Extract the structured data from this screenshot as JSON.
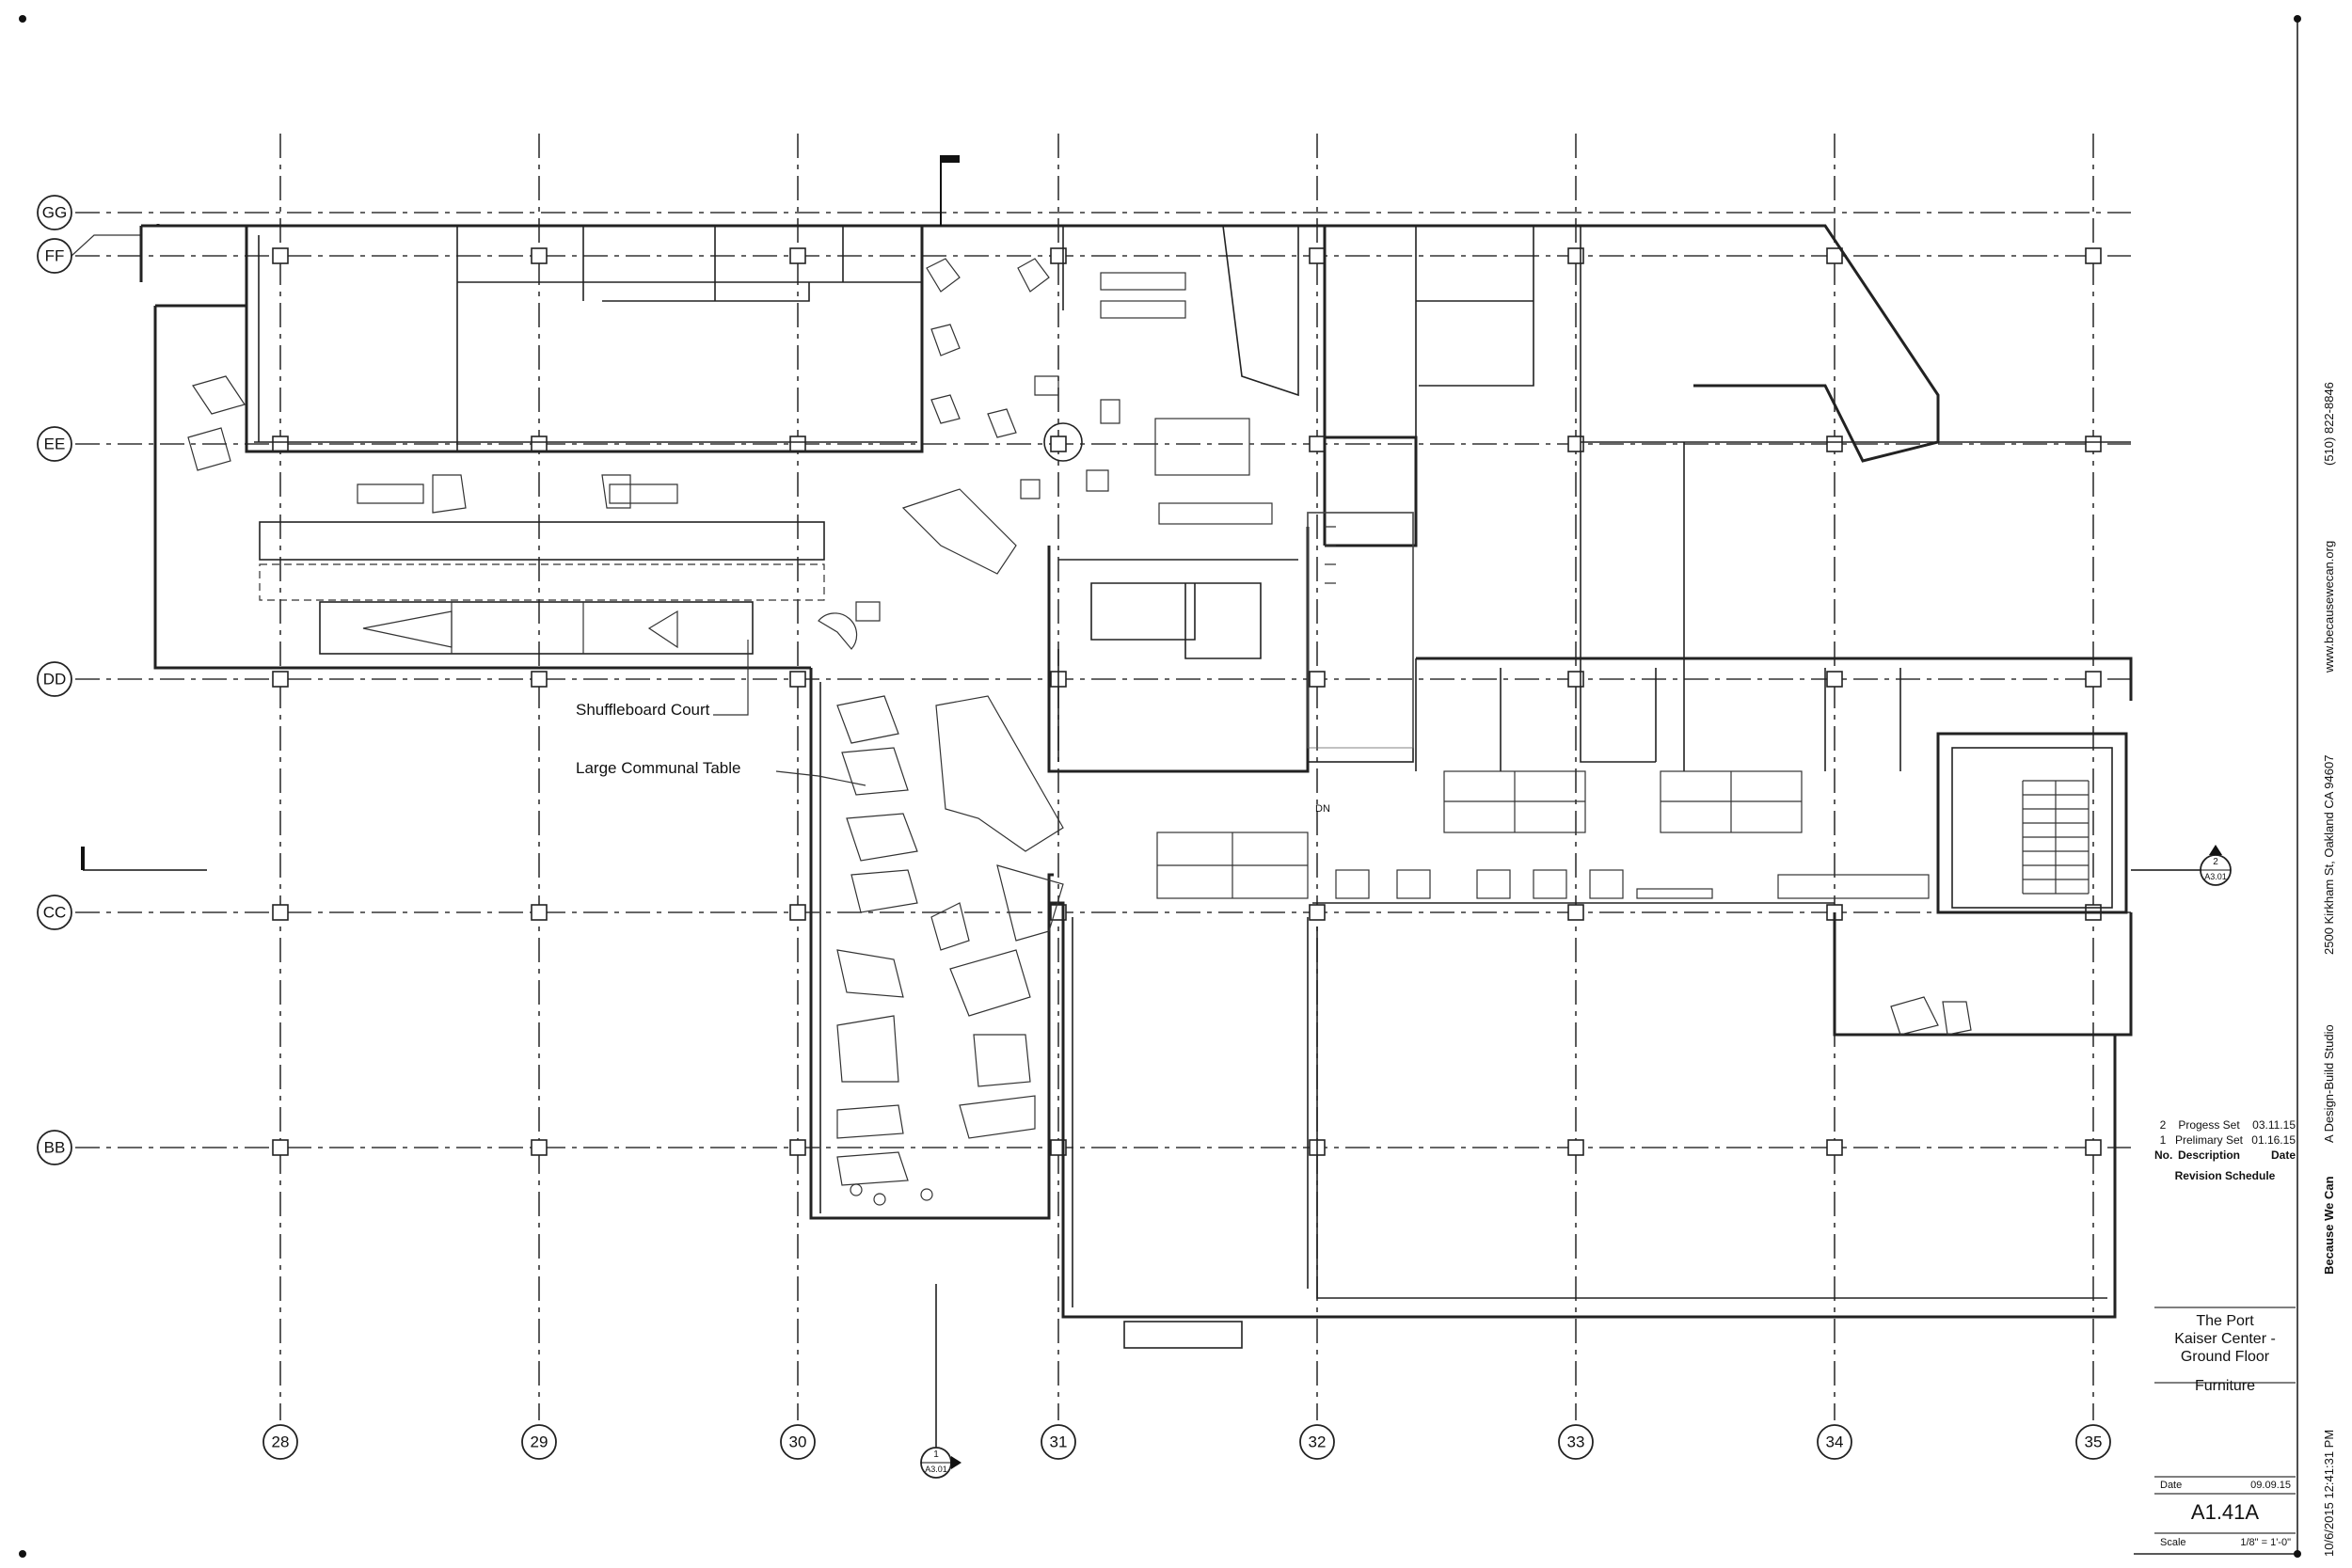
{
  "grid_rows": [
    {
      "label": "GG"
    },
    {
      "label": "FF"
    },
    {
      "label": "EE"
    },
    {
      "label": "DD"
    },
    {
      "label": "CC"
    },
    {
      "label": "BB"
    }
  ],
  "grid_columns": [
    {
      "label": "28"
    },
    {
      "label": "29"
    },
    {
      "label": "30"
    },
    {
      "label": "31"
    },
    {
      "label": "32"
    },
    {
      "label": "33"
    },
    {
      "label": "34"
    },
    {
      "label": "35"
    }
  ],
  "annotations": {
    "shuffleboard": "Shuffleboard Court",
    "communal_table": "Large Communal Table",
    "dn": "DN"
  },
  "section_markers": {
    "bottom": {
      "number": "1",
      "sheet": "A3.01"
    },
    "right": {
      "number": "2",
      "sheet": "A3.01"
    }
  },
  "revision_schedule": {
    "rows": [
      {
        "no": "2",
        "description": "Progess Set",
        "date": "03.11.15"
      },
      {
        "no": "1",
        "description": "Prelimary Set",
        "date": "01.16.15"
      }
    ],
    "headers": {
      "no": "No.",
      "description": "Description",
      "date": "Date"
    },
    "title": "Revision Schedule"
  },
  "title_block": {
    "project": "The Port",
    "building_line1": "Kaiser Center -",
    "building_line2": "Ground Floor",
    "sheet_title": "Furniture",
    "date_label": "Date",
    "date_value": "09.09.15",
    "sheet_number": "A1.41A",
    "scale_label": "Scale",
    "scale_value": "1/8\" = 1'-0\""
  },
  "firm_strip": {
    "name": "Because We Can",
    "tagline": "A Design-Build Studio",
    "address": "2500 Kirkham St, Oakland CA 94607",
    "website": "www.becausewecan.org",
    "phone": "(510) 822-8846",
    "plot_stamp": "10/6/2015 12:41:31 PM"
  }
}
